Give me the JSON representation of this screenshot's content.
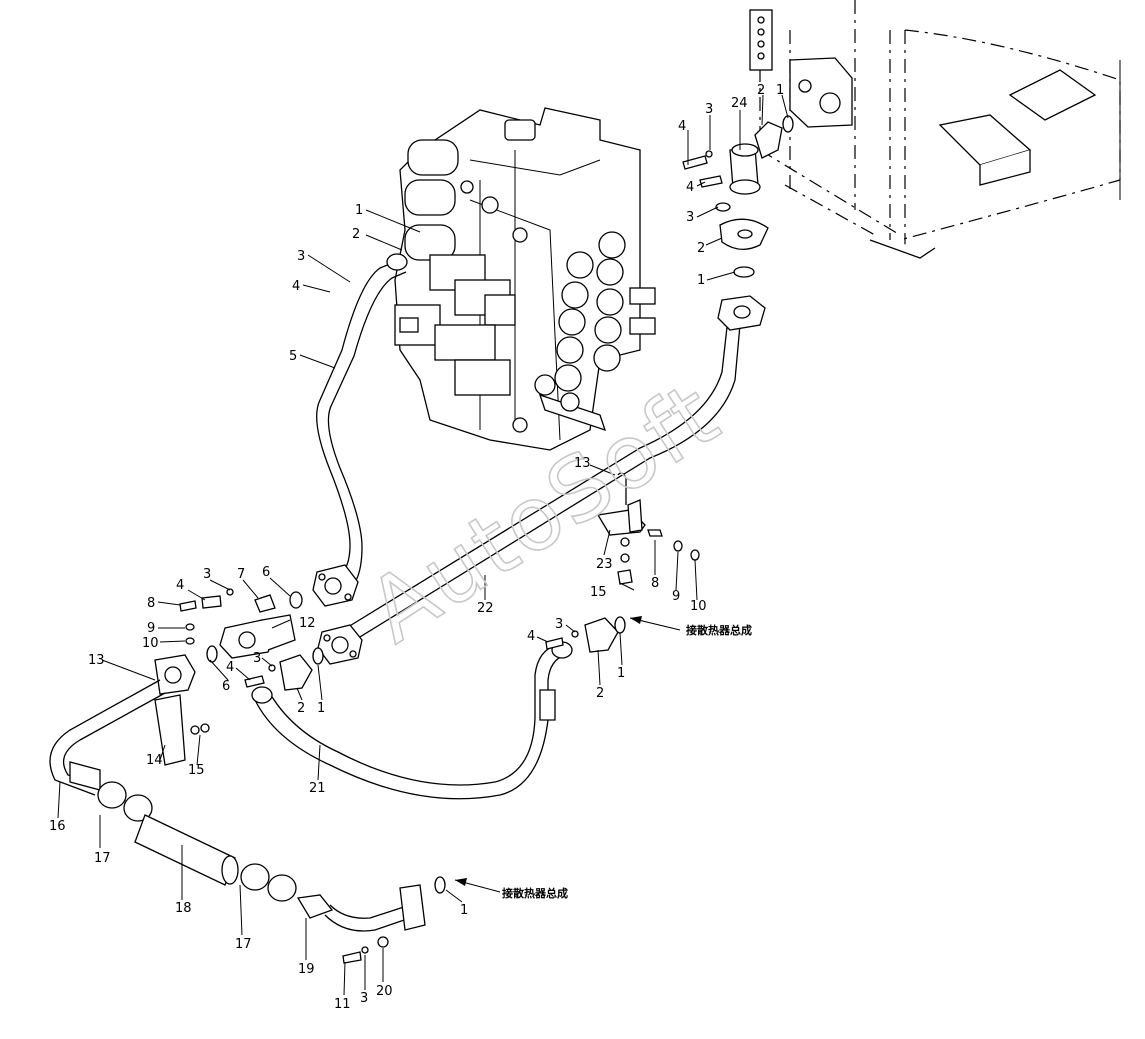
{
  "watermark": "AutoSoft",
  "notes": {
    "to_radiator_upper": "接散热器总成",
    "to_radiator_lower": "接散热器总成"
  },
  "callouts": {
    "c1_a": "1",
    "c2_a": "2",
    "c3_a": "3",
    "c4_a": "4",
    "c5": "5",
    "c1_b": "1",
    "c2_b": "2",
    "c24": "24",
    "c3_b": "3",
    "c4_b": "4",
    "c4_c": "4",
    "c3_c": "3",
    "c2_c": "2",
    "c1_c": "1",
    "c13_a": "13",
    "c23": "23",
    "c15_a": "15",
    "c8_a": "8",
    "c9_a": "9",
    "c10_a": "10",
    "c22": "22",
    "c3_d": "3",
    "c7": "7",
    "c4_d": "4",
    "c8_b": "8",
    "c9_b": "9",
    "c10_b": "10",
    "c6_a": "6",
    "c12": "12",
    "c6_b": "6",
    "c4_e": "4",
    "c3_e": "3",
    "c2_d": "2",
    "c1_d": "1",
    "c4_f": "4",
    "c3_f": "3",
    "c2_e": "2",
    "c1_e": "1",
    "c13_b": "13",
    "c14": "14",
    "c15_b": "15",
    "c21": "21",
    "c16": "16",
    "c17_a": "17",
    "c18": "18",
    "c17_b": "17",
    "c19": "19",
    "c11": "11",
    "c3_g": "3",
    "c20": "20",
    "c1_f": "1"
  }
}
